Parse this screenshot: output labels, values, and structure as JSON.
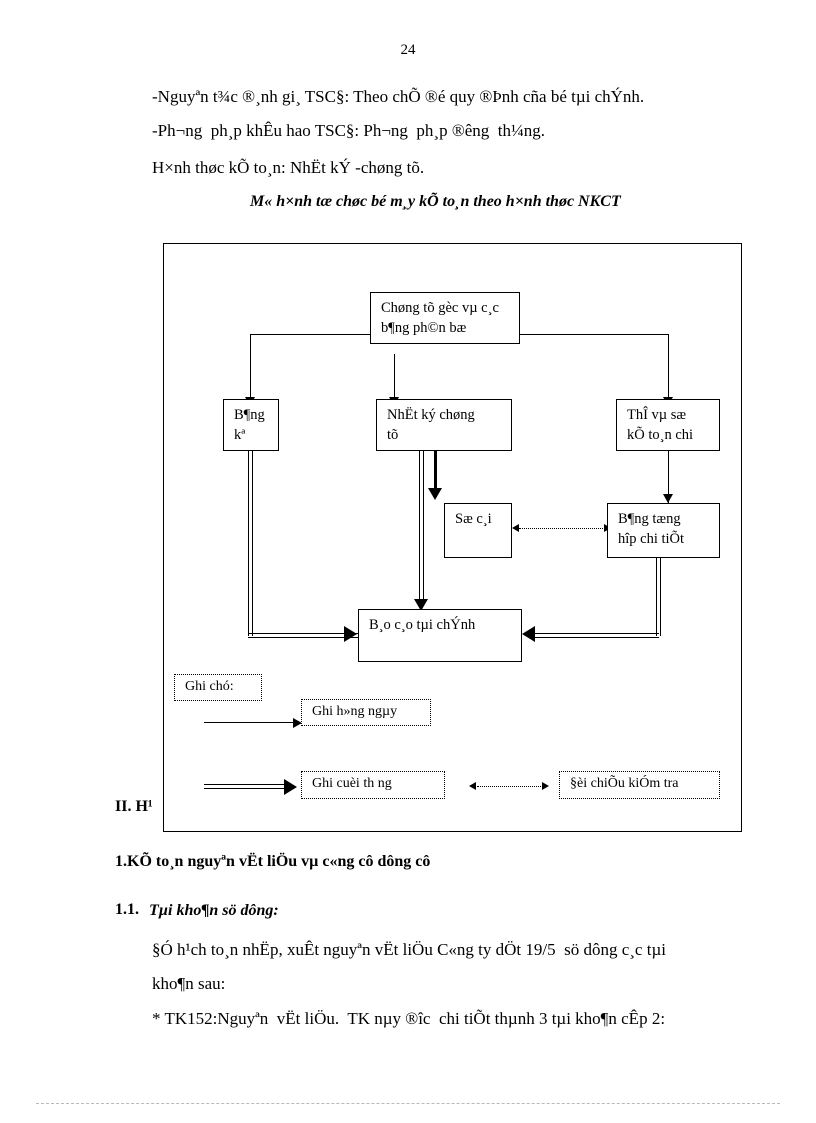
{
  "page": {
    "number": "24"
  },
  "body_text": {
    "line1": "-Nguyªn t¾c ®¸nh gi¸ TSC§: Theo chÕ ®é quy ®Þnh cña bé tµi chÝnh.",
    "line2": "-Ph¬ng  ph¸p khÊu hao TSC§: Ph¬ng  ph¸p ®êng  th¼ng.",
    "line3": "H×nh thøc kÕ to¸n: NhËt kÝ -chøng tõ.",
    "caption": "M« h×nh tæ chøc bé m¸y kÕ to¸n theo h×nh thøc NKCT",
    "section_ii": "II. H¹",
    "heading1": "1.KÕ to¸n nguyªn vËt liÖu vµ c«ng cô dông cô",
    "sub_number": "1.1.",
    "sub_title": "Tµi kho¶n sö dông:",
    "para1": "§Ó h¹ch to¸n nhËp, xuÊt nguyªn vËt liÖu C«ng ty dÖt 19/5  sö dông c¸c tµi",
    "para1b": "kho¶n sau:",
    "para2": "* TK152:Nguyªn  vËt liÖu.  TK nµy ®îc  chi tiÕt thµnh 3 tµi kho¶n cÊp 2:"
  },
  "diagram": {
    "nodes": {
      "source_docs": "Chøng tõ gèc vµ c¸c\nb¶ng ph©n bæ",
      "bang_ke": "B¶ng\nkª",
      "nhat_ky": "NhËt ký chøng\ntõ",
      "the_chi_tiet": "ThÎ vµ sæ\nkÕ to¸n chi",
      "so_cai": "Sæ c¸i",
      "bang_tong_hop": "B¶ng tæng\nhîp chi tiÕt",
      "bao_cao": "B¸o c¸o tµi chÝnh"
    },
    "legend": {
      "title": "Ghi chó:",
      "daily": "Ghi h»ng ngµy",
      "monthly": "Ghi cuèi th ng",
      "check": "§èi chiÕu kiÓm tra"
    }
  }
}
